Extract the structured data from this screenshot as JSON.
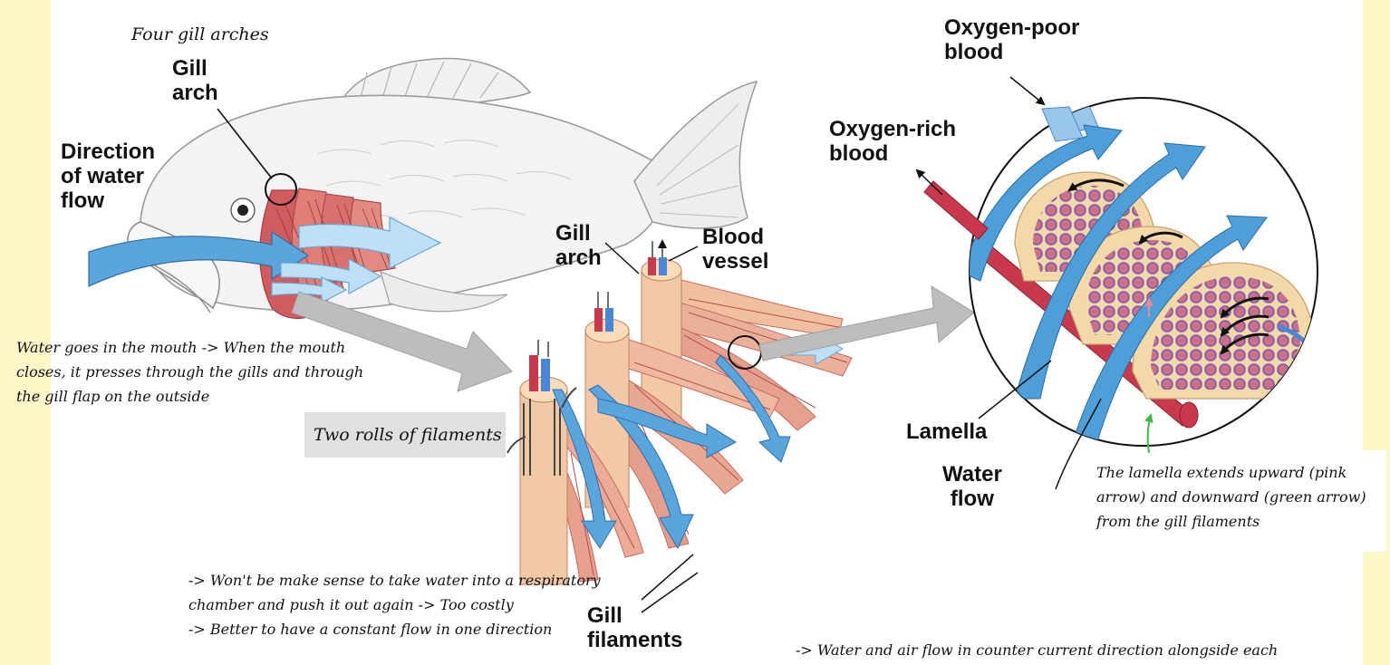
{
  "colors": {
    "page_background": "#fdf7c8",
    "panel": "#ffffff",
    "water_flow": "#5aa6dc",
    "filament": "#d97a72",
    "oxygen_rich_vessel": "#c8394c",
    "oxygen_poor_vessel": "#4a86d8",
    "lamella_tissue": "#f4d9a8",
    "green_arrow": "#3cbc3c"
  },
  "labels": {
    "gill_arch_fish": "Gill\narch",
    "direction_of_water_flow": "Direction\nof water\nflow",
    "gill_arch_detail": "Gill\narch",
    "blood_vessel": "Blood\nvessel",
    "gill_filaments": "Gill\nfilaments",
    "oxygen_poor_blood": "Oxygen-poor\nblood",
    "oxygen_rich_blood": "Oxygen-rich\nblood",
    "lamella": "Lamella",
    "water_flow": "Water\nflow"
  },
  "notes": {
    "four_gill_arches": "Four gill arches",
    "water_path": "Water goes in the mouth -> When the mouth\ncloses, it presses through the gills and through\nthe gill flap on the outside",
    "two_rolls": "Two rolls of filaments",
    "lamella_extends": "The lamella extends upward (pink\narrow) and downward (green arrow)\nfrom the gill filaments",
    "one_direction": "-> Won't be make sense to take water into a respiratory\nchamber and push it out again -> Too costly\n-> Better to have a constant flow in one direction",
    "counter_current": "-> Water and air flow in counter current direction alongside each"
  }
}
